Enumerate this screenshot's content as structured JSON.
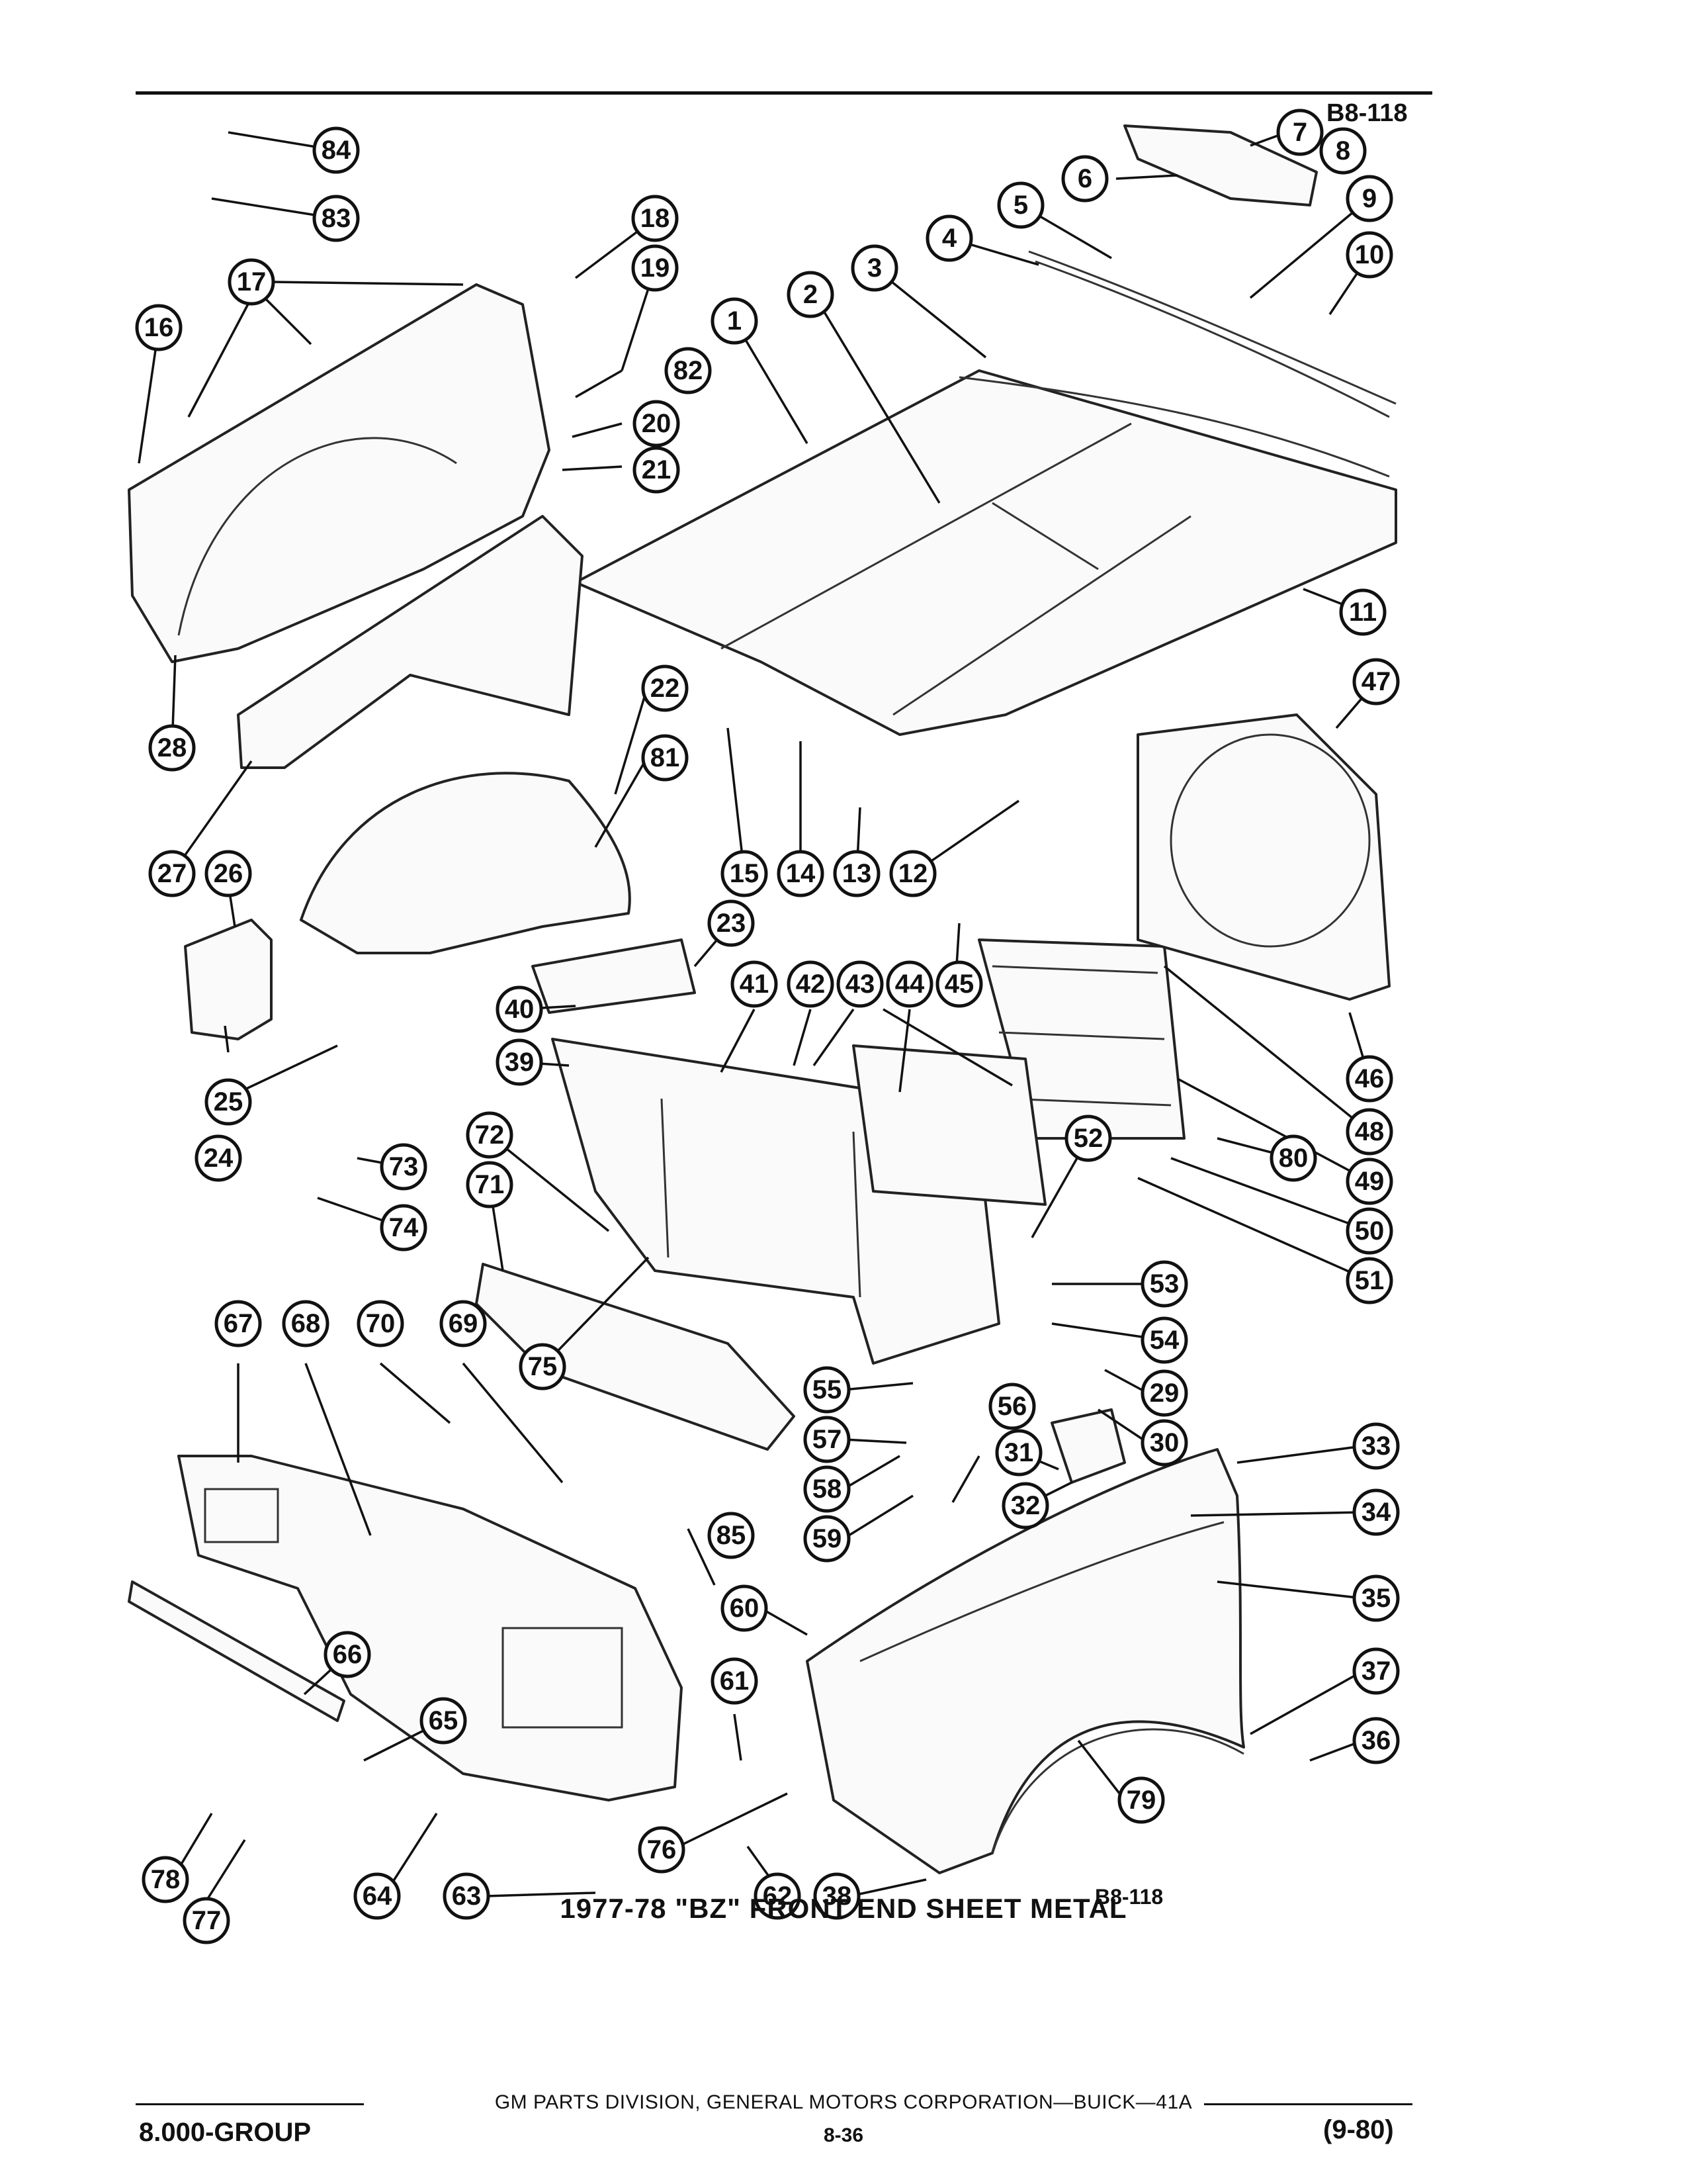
{
  "page_id": "B8-118",
  "figure_id_bottom": "B8-118",
  "figure_title": "1977-78 \"BZ\" FRONT END SHEET METAL",
  "footer": {
    "publisher": "GM PARTS DIVISION, GENERAL MOTORS CORPORATION—BUICK—41A",
    "group": "8.000-GROUP",
    "page": "8-36",
    "date": "(9-80)"
  },
  "callouts": {
    "1": "1",
    "2": "2",
    "3": "3",
    "4": "4",
    "5": "5",
    "6": "6",
    "7": "7",
    "8": "8",
    "9": "9",
    "10": "10",
    "11": "11",
    "12": "12",
    "13": "13",
    "14": "14",
    "15": "15",
    "16": "16",
    "17": "17",
    "18": "18",
    "19": "19",
    "20": "20",
    "21": "21",
    "22": "22",
    "23": "23",
    "24": "24",
    "25": "25",
    "26": "26",
    "27": "27",
    "28": "28",
    "29": "29",
    "30": "30",
    "31": "31",
    "32": "32",
    "33": "33",
    "34": "34",
    "35": "35",
    "36": "36",
    "37": "37",
    "38": "38",
    "39": "39",
    "40": "40",
    "41": "41",
    "42": "42",
    "43": "43",
    "44": "44",
    "45": "45",
    "46": "46",
    "47": "47",
    "48": "48",
    "49": "49",
    "50": "50",
    "51": "51",
    "52": "52",
    "53": "53",
    "54": "54",
    "55": "55",
    "56": "56",
    "57": "57",
    "58": "58",
    "59": "59",
    "60": "60",
    "61": "61",
    "62": "62",
    "63": "63",
    "64": "64",
    "65": "65",
    "66": "66",
    "67": "67",
    "68": "68",
    "69": "69",
    "70": "70",
    "71": "71",
    "72": "72",
    "73": "73",
    "74": "74",
    "75": "75",
    "76": "76",
    "77": "77",
    "78": "78",
    "79": "79",
    "80": "80",
    "81": "81",
    "82": "82",
    "83": "83",
    "84": "84",
    "85": "85"
  }
}
